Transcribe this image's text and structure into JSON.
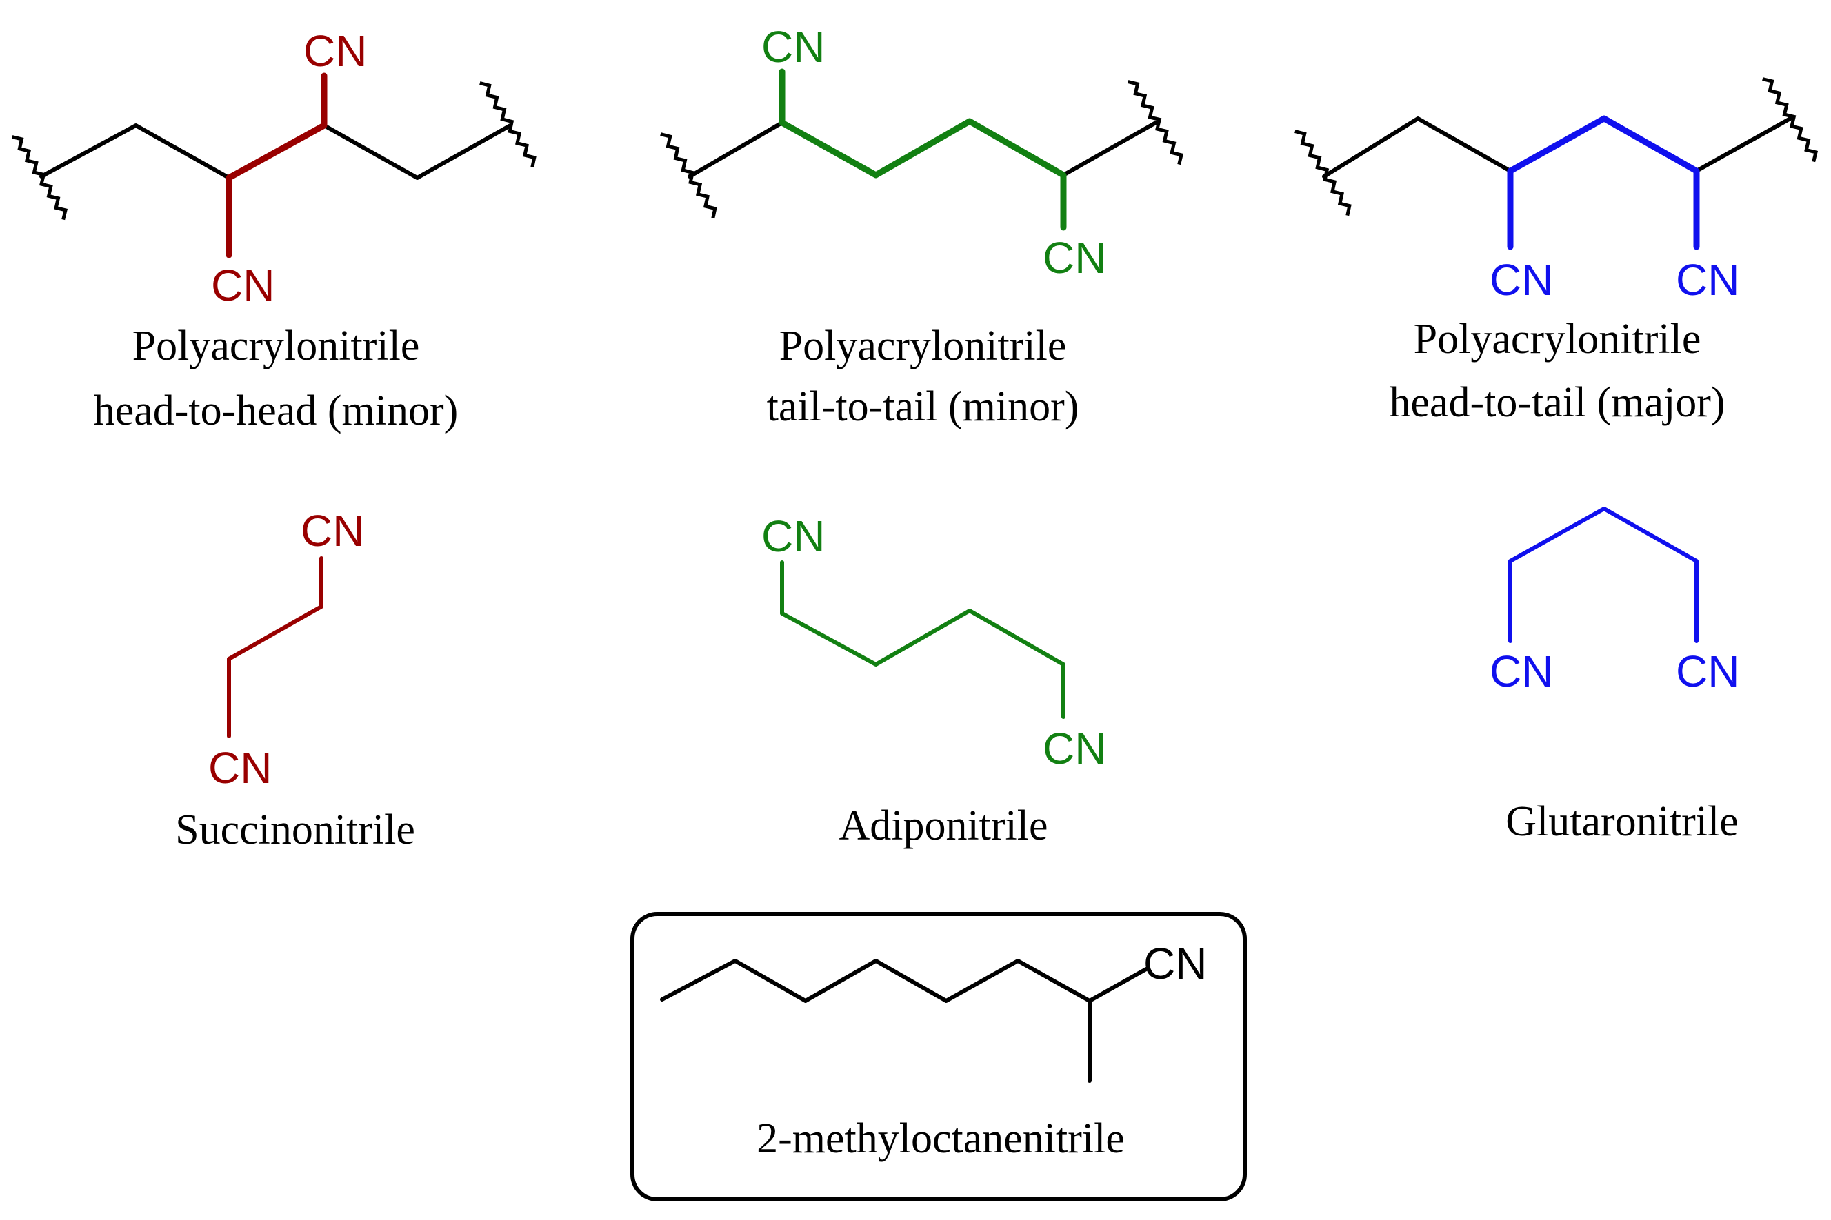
{
  "colors": {
    "black": "#000000",
    "red": "#990000",
    "green": "#128012",
    "blue": "#1010ee"
  },
  "labels": {
    "cn": "CN"
  },
  "captions": {
    "hh_line1": "Polyacrylonitrile",
    "hh_line2": "head-to-head (minor)",
    "tt_line1": "Polyacrylonitrile",
    "tt_line2": "tail-to-tail (minor)",
    "ht_line1": "Polyacrylonitrile",
    "ht_line2": "head-to-tail (major)",
    "succ": "Succinonitrile",
    "adipo": "Adiponitrile",
    "gluta": "Glutaronitrile",
    "boxed": "2-methyloctanenitrile"
  }
}
